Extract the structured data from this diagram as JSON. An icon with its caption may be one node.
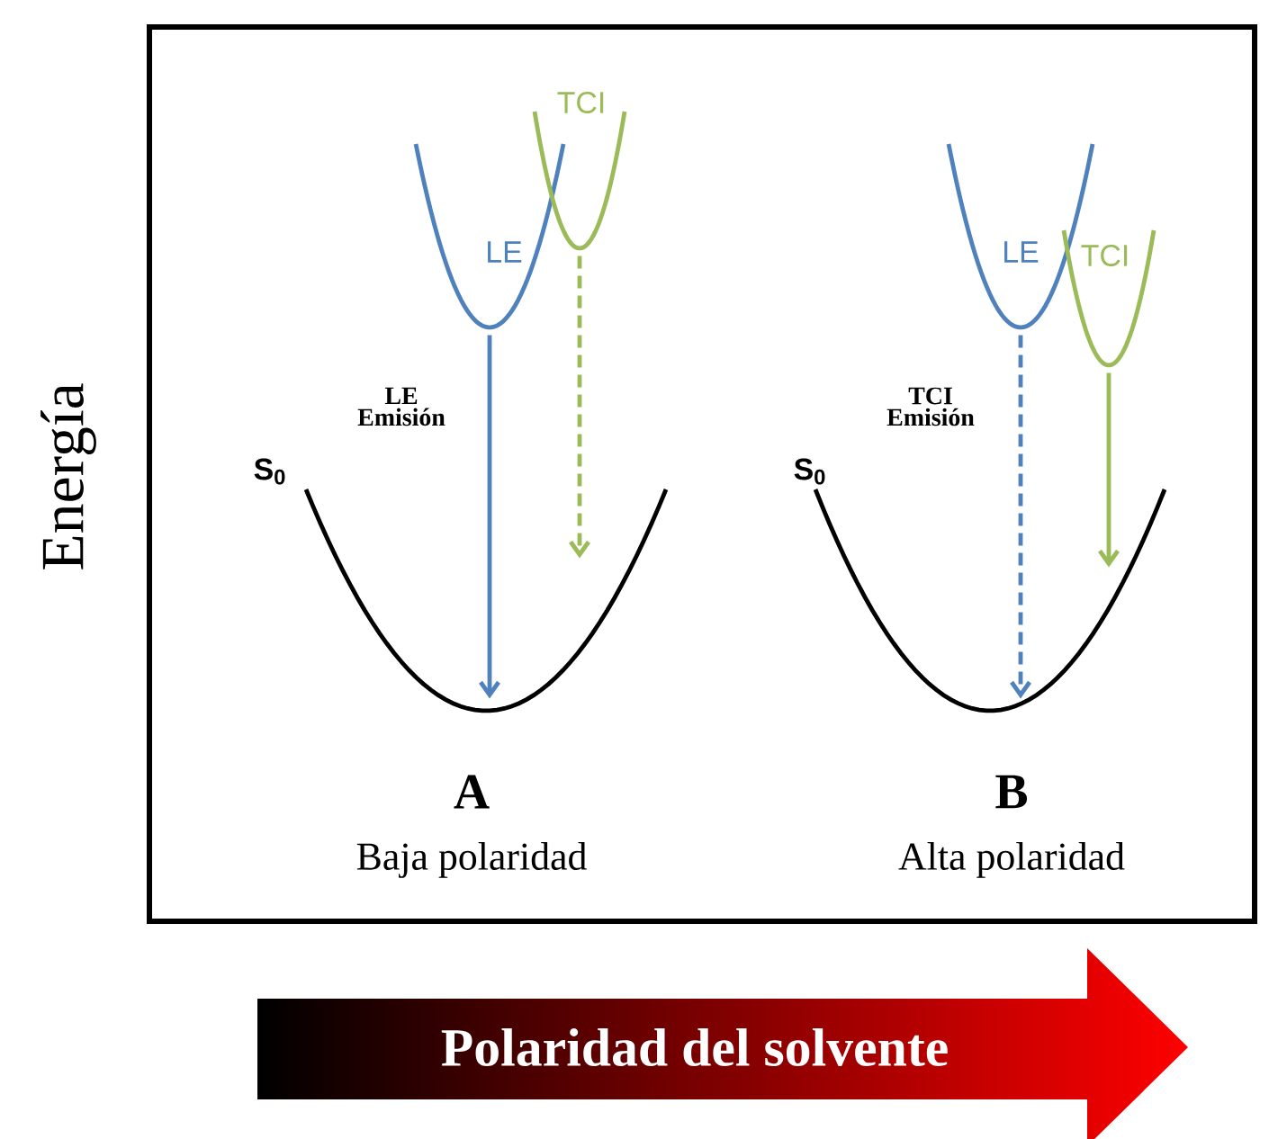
{
  "diagram": {
    "nodes": [
      {
        "text": [
          "LE"
        ]
      },
      {
        "text": [
          "TCI"
        ]
      },
      {
        "text": [
          "S$_{0}$"
        ]
      },
      {
        "text": [
          "LE"
        ]
      },
      {
        "text": [
          "TCI"
        ]
      },
      {
        "text": [
          "S$_{0}$"
        ]
      }
    ],
    "edges": [
      {
        "from": 0,
        "to": 2,
        "arrow": "to",
        "color": "#4f81bd"
      },
      {
        "from": 1,
        "to": 2,
        "arrow": "to",
        "style": "dashed",
        "color": "#9bbb59"
      },
      {
        "from": 3,
        "to": 5,
        "arrow": "to",
        "style": "dashed",
        "color": "#4f81bd"
      },
      {
        "from": 4,
        "to": 5,
        "arrow": "to",
        "color": "#9bbb59"
      }
    ],
    "labels": [
      "Energía",
      "LE Emisión",
      "TCI Emisión",
      "A",
      "B",
      "Baja polaridad",
      "Alta polaridad",
      "Polaridad del solvente"
    ]
  }
}
